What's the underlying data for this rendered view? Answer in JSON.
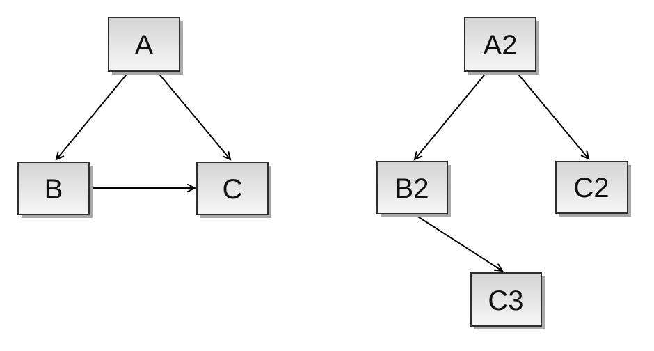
{
  "graphs": {
    "left": {
      "nodes": [
        {
          "id": "A",
          "label": "A"
        },
        {
          "id": "B",
          "label": "B"
        },
        {
          "id": "C",
          "label": "C"
        }
      ],
      "edges": [
        {
          "from": "A",
          "to": "B"
        },
        {
          "from": "A",
          "to": "C"
        },
        {
          "from": "B",
          "to": "C"
        }
      ]
    },
    "right": {
      "nodes": [
        {
          "id": "A2",
          "label": "A2"
        },
        {
          "id": "B2",
          "label": "B2"
        },
        {
          "id": "C2",
          "label": "C2"
        },
        {
          "id": "C3",
          "label": "C3"
        }
      ],
      "edges": [
        {
          "from": "A2",
          "to": "B2"
        },
        {
          "from": "A2",
          "to": "C2"
        },
        {
          "from": "B2",
          "to": "C3"
        }
      ]
    }
  },
  "colors": {
    "node_fill_top": "#d4d4d4",
    "node_fill_bottom": "#f6f6f6",
    "node_border": "#2e2e2e",
    "node_shadow": "#a9a9a9",
    "edge": "#000000",
    "background": "#ffffff"
  }
}
